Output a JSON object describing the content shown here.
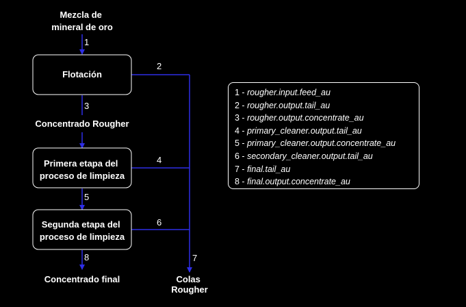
{
  "nodes": {
    "feed_label": [
      "Mezcla de",
      "mineral de oro"
    ],
    "flotation_box": [
      "Flotación"
    ],
    "rougher_concentrate_label": [
      "Concentrado Rougher"
    ],
    "primary_cleaner_box": [
      "Primera etapa del",
      "proceso de limpieza"
    ],
    "secondary_cleaner_box": [
      "Segunda etapa del",
      "proceso de limpieza"
    ],
    "final_concentrate_label": [
      "Concentrado final"
    ],
    "rougher_tails_label": [
      "Colas",
      "Rougher"
    ]
  },
  "stream_numbers": [
    "1",
    "2",
    "3",
    "4",
    "5",
    "6",
    "7",
    "8"
  ],
  "legend": {
    "separator": " - ",
    "items": [
      {
        "num": "1",
        "var": "rougher.input.feed_au"
      },
      {
        "num": "2",
        "var": "rougher.output.tail_au"
      },
      {
        "num": "3",
        "var": "rougher.output.concentrate_au"
      },
      {
        "num": "4",
        "var": "primary_cleaner.output.tail_au"
      },
      {
        "num": "5",
        "var": "primary_cleaner.output.concentrate_au"
      },
      {
        "num": "6",
        "var": "secondary_cleaner.output.tail_au"
      },
      {
        "num": "7",
        "var": "final.tail_au"
      },
      {
        "num": "8",
        "var": "final.output.concentrate_au"
      }
    ]
  },
  "colors": {
    "background": "#000000",
    "foreground": "#ffffff",
    "flow_line": "#2e2ee6"
  }
}
